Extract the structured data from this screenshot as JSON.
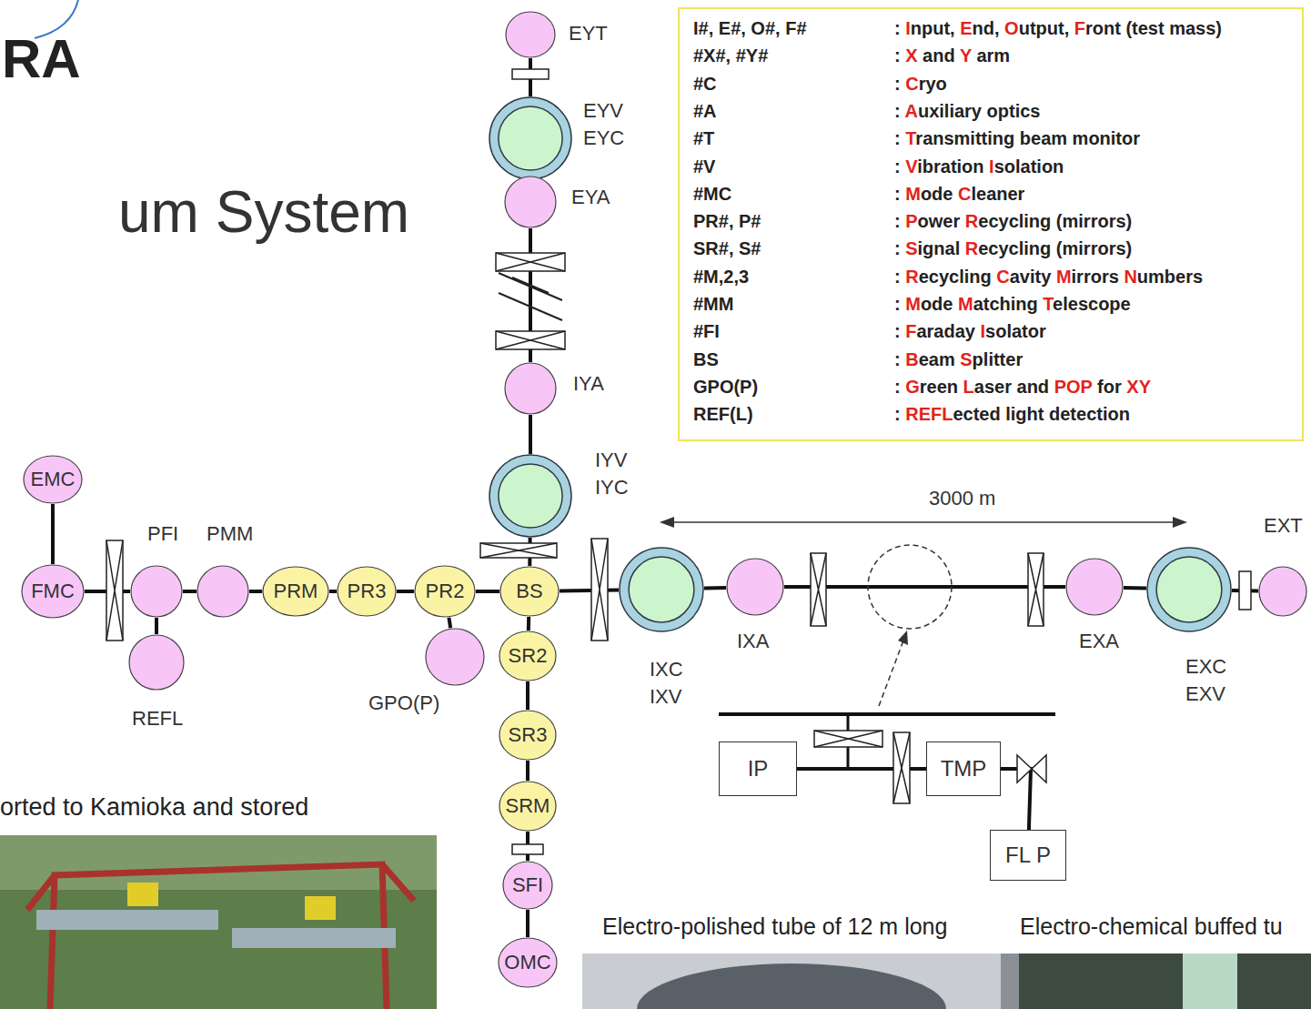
{
  "diagram": {
    "title": "um System",
    "nodes": [
      {
        "text": [
          "EYT"
        ]
      },
      {
        "text": [
          "EYV EYC"
        ]
      },
      {
        "text": [
          "EYA"
        ]
      },
      {
        "text": [
          "IYA"
        ]
      },
      {
        "text": [
          "IYV IYC"
        ]
      },
      {
        "text": [
          "EMC"
        ]
      },
      {
        "text": [
          "PFI"
        ]
      },
      {
        "text": [
          "PMM"
        ]
      },
      {
        "text": [
          "FMC"
        ]
      },
      {
        "text": [
          "PRM"
        ]
      },
      {
        "text": [
          "PR3"
        ]
      },
      {
        "text": [
          "PR2"
        ]
      },
      {
        "text": [
          "BS"
        ]
      },
      {
        "text": [
          "IXC IXV"
        ]
      },
      {
        "text": [
          "IXA"
        ]
      },
      {
        "text": [
          "EXA"
        ]
      },
      {
        "text": [
          "EXC EXV"
        ]
      },
      {
        "text": [
          "EXT"
        ]
      },
      {
        "text": [
          "SR2"
        ]
      },
      {
        "text": [
          "REFL"
        ]
      },
      {
        "text": [
          "GPO(P)"
        ]
      },
      {
        "text": [
          "SR3"
        ]
      },
      {
        "text": [
          "IP"
        ]
      },
      {
        "text": [
          "TMP"
        ]
      },
      {
        "text": [
          "SRM"
        ]
      },
      {
        "text": [
          "FL P"
        ]
      },
      {
        "text": [
          "SFI"
        ]
      },
      {
        "text": [
          "OMC"
        ]
      }
    ],
    "edges": [
      {
        "from": 0,
        "to": 1,
        "arrow": "none"
      },
      {
        "from": 1,
        "to": 2,
        "arrow": "none"
      },
      {
        "from": 2,
        "to": 3,
        "arrow": "none"
      },
      {
        "from": 3,
        "to": 4,
        "arrow": "none"
      },
      {
        "from": 4,
        "to": 12,
        "arrow": "none"
      },
      {
        "from": 5,
        "to": 8,
        "arrow": "none"
      },
      {
        "from": 8,
        "to": 6,
        "arrow": "none"
      },
      {
        "from": 6,
        "to": 19,
        "arrow": "none"
      },
      {
        "from": 6,
        "to": 7,
        "arrow": "none"
      },
      {
        "from": 7,
        "to": 9,
        "arrow": "none"
      },
      {
        "from": 9,
        "to": 10,
        "arrow": "none"
      },
      {
        "from": 10,
        "to": 11,
        "arrow": "none"
      },
      {
        "from": 11,
        "to": 12,
        "arrow": "none"
      },
      {
        "from": 11,
        "to": 20,
        "arrow": "none"
      },
      {
        "from": 12,
        "to": 18,
        "arrow": "none"
      },
      {
        "from": 18,
        "to": 21,
        "arrow": "none"
      },
      {
        "from": 21,
        "to": 24,
        "arrow": "none"
      },
      {
        "from": 24,
        "to": 26,
        "arrow": "none"
      },
      {
        "from": 26,
        "to": 27,
        "arrow": "none"
      },
      {
        "from": 12,
        "to": 13,
        "arrow": "none"
      },
      {
        "from": 13,
        "to": 14,
        "arrow": "none"
      },
      {
        "from": 14,
        "to": 15,
        "arrow": "none"
      },
      {
        "from": 15,
        "to": 16,
        "arrow": "none"
      },
      {
        "from": 16,
        "to": 17,
        "arrow": "none"
      },
      {
        "from": 22,
        "to": 23,
        "arrow": "none"
      },
      {
        "from": 23,
        "to": 25,
        "arrow": "none"
      }
    ],
    "labels": [
      "RA",
      "I#, E#, O#, F#",
      ": Input, End, Output, Front (test mass)",
      "#X#, #Y#",
      ": X and Y arm",
      "#C",
      ": Cryo",
      "#A",
      ": Auxiliary optics",
      "#T",
      ": Transmitting beam monitor",
      "#V",
      ": Vibration Isolation",
      "#MC",
      ": Mode Cleaner",
      "PR#, P#",
      ": Power Recycling (mirrors)",
      "SR#, S#",
      ": Signal Recycling (mirrors)",
      "#M,2,3",
      ": Recycling Cavity Mirrors Numbers",
      "#MM",
      ": Mode Matching Telescope",
      "#FI",
      ": Faraday Isolator",
      "BS",
      ": Beam Splitter",
      "GPO(P)",
      ": Green Laser and POP for XY",
      "REF(L)",
      ": REFLected light detection",
      "3000 m",
      "orted to Kamioka and stored",
      "Electro-polished tube of 12 m long",
      "Electro-chemical buffed tu"
    ]
  }
}
